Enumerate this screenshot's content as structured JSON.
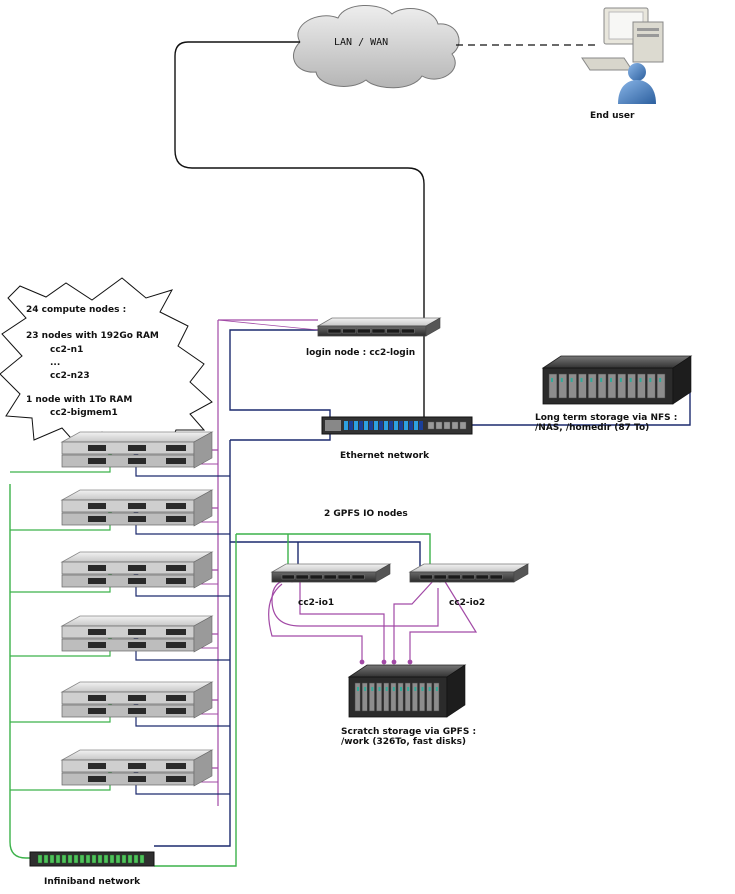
{
  "cloud": {
    "label": "LAN / WAN"
  },
  "end_user": {
    "label": "End user"
  },
  "login_node": {
    "label": "login node : cc2-login"
  },
  "long_term_storage": {
    "label": "Long term storage via NFS :\n/NAS, /homedir (87 To)"
  },
  "ethernet": {
    "label": "Ethernet network"
  },
  "gpfs_io": {
    "label": "2 GPFS IO nodes",
    "io1_label": "cc2-io1",
    "io2_label": "cc2-io2"
  },
  "scratch_storage": {
    "label": "Scratch storage via GPFS :\n/work (326To, fast disks)"
  },
  "infiniband": {
    "label": "Infiniband network"
  },
  "compute_callout": {
    "title": "24 compute nodes :",
    "group1": "23 nodes with 192Go RAM",
    "node_first": "cc2-n1",
    "ellipsis": "...",
    "node_last": "cc2-n23",
    "group2": "1 node with 1To RAM",
    "bigmem": "cc2-bigmem1"
  },
  "colors": {
    "infiniband": "#3cb24a",
    "ethernet": "#1c2a6e",
    "gpfs": "#a24aa6",
    "wan": "#111111",
    "server_body": "#d9d9d9",
    "storage_body": "#2b2b2b",
    "switch_led": "#2ea0e0"
  }
}
